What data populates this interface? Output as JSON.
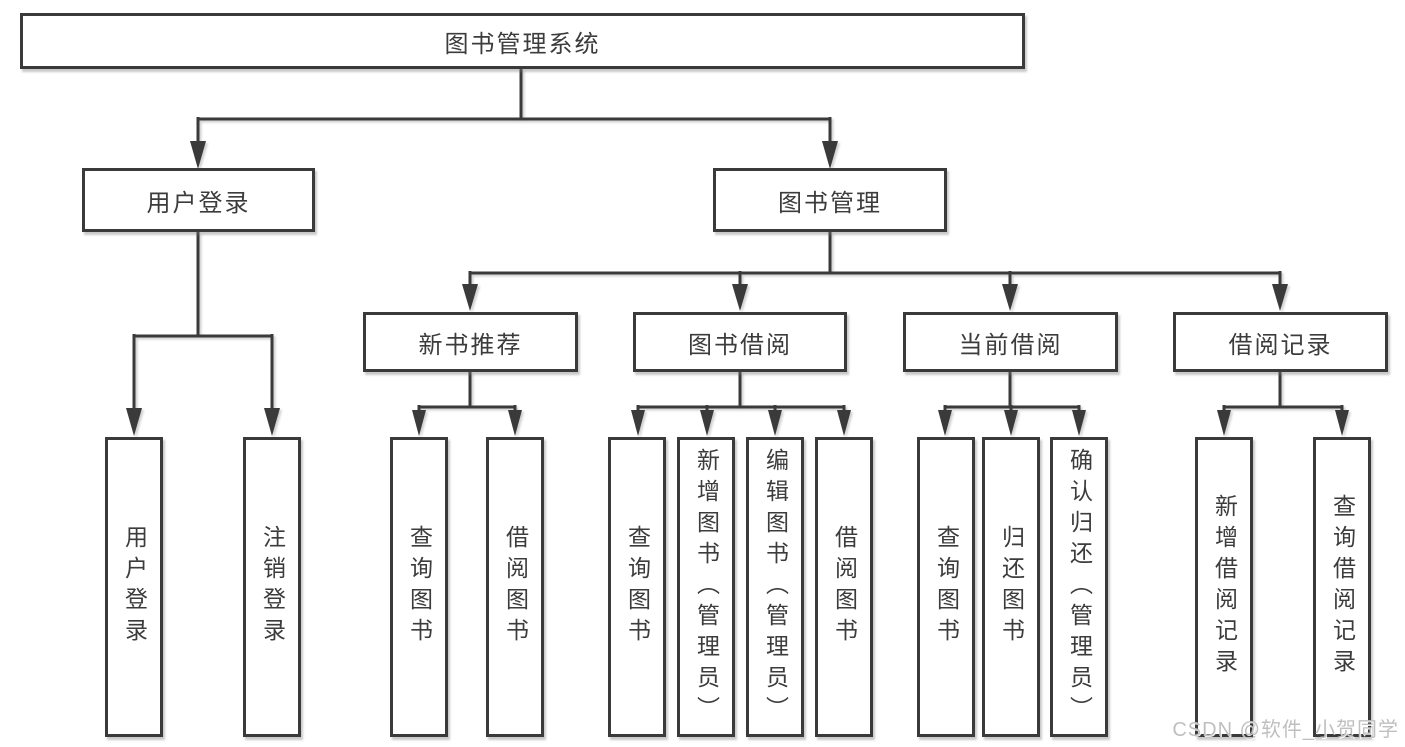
{
  "diagram": {
    "root": {
      "label": "图书管理系统"
    },
    "user_branch": {
      "label": "用户登录",
      "children": [
        {
          "label": "用户登录"
        },
        {
          "label": "注销登录"
        }
      ]
    },
    "book_branch": {
      "label": "图书管理",
      "sections": [
        {
          "label": "新书推荐",
          "children": [
            {
              "label": "查询图书"
            },
            {
              "label": "借阅图书"
            }
          ]
        },
        {
          "label": "图书借阅",
          "children": [
            {
              "label": "查询图书"
            },
            {
              "label": "新增图书（管理员）"
            },
            {
              "label": "编辑图书（管理员）"
            },
            {
              "label": "借阅图书"
            }
          ]
        },
        {
          "label": "当前借阅",
          "children": [
            {
              "label": "查询图书"
            },
            {
              "label": "归还图书"
            },
            {
              "label": "确认归还（管理员）"
            }
          ]
        },
        {
          "label": "借阅记录",
          "children": [
            {
              "label": "新增借阅记录"
            },
            {
              "label": "查询借阅记录"
            }
          ]
        }
      ]
    }
  },
  "watermark": {
    "text": "CSDN @软件_小贺同学"
  },
  "colors": {
    "line": "#3a3a3a",
    "text": "#3c3c3c",
    "box_background": "#ffffff",
    "watermark": "#bfbfbf"
  }
}
